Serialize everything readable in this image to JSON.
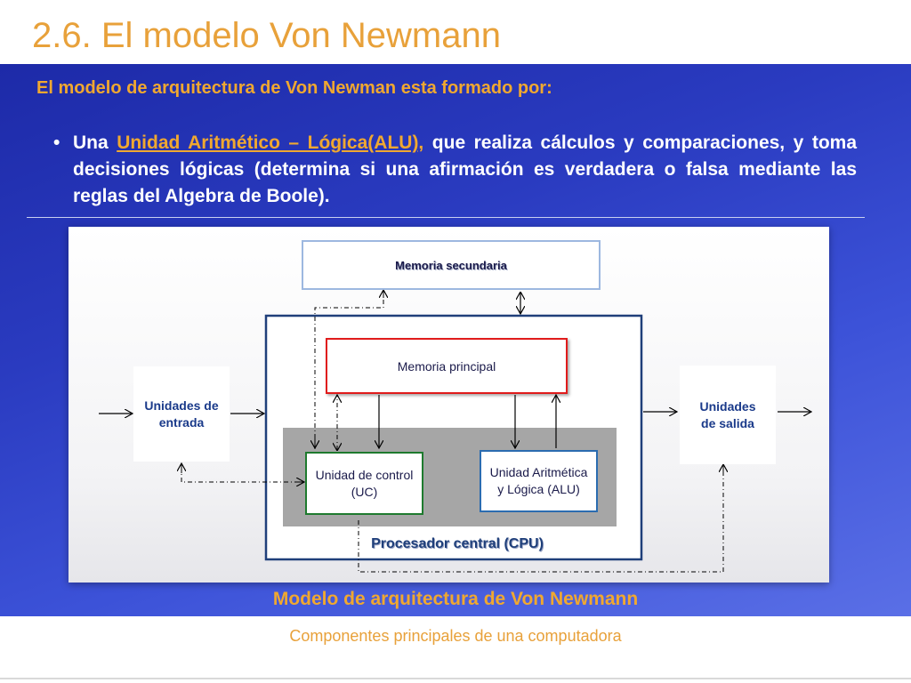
{
  "slide": {
    "title": "2.6. El modelo Von Newmann",
    "subtitle": "El modelo de arquitectura de Von Newman esta formado por:",
    "bullet": {
      "marker": "•",
      "lead": "Una ",
      "highlight": "Unidad Aritmético – Lógica(ALU),",
      "rest": " que realiza cálculos y comparaciones, y toma decisiones lógicas (determina si una afirmación es verdadera o falsa mediante las reglas del Algebra de Boole)."
    },
    "caption": "Modelo de arquitectura de Von Newmann",
    "footnote": "Componentes principales de una computadora"
  },
  "diagram": {
    "memoria_secundaria": "Memoria secundaria",
    "memoria_principal": "Memoria principal",
    "unidades_entrada": "Unidades de entrada",
    "unidades_salida": "Unidades de salida",
    "unidad_control": "Unidad de control (UC)",
    "alu": "Unidad Aritmética y Lógica (ALU)",
    "cpu_label": "Procesador central (CPU)",
    "colors": {
      "secondary_border": "#9db8e0",
      "main_mem_border": "#e01b1b",
      "uc_border": "#1e7a2e",
      "alu_border": "#2b6cb0",
      "cpu_border": "#1f3f7a",
      "cpu_fill": "#a6a6a6"
    }
  }
}
